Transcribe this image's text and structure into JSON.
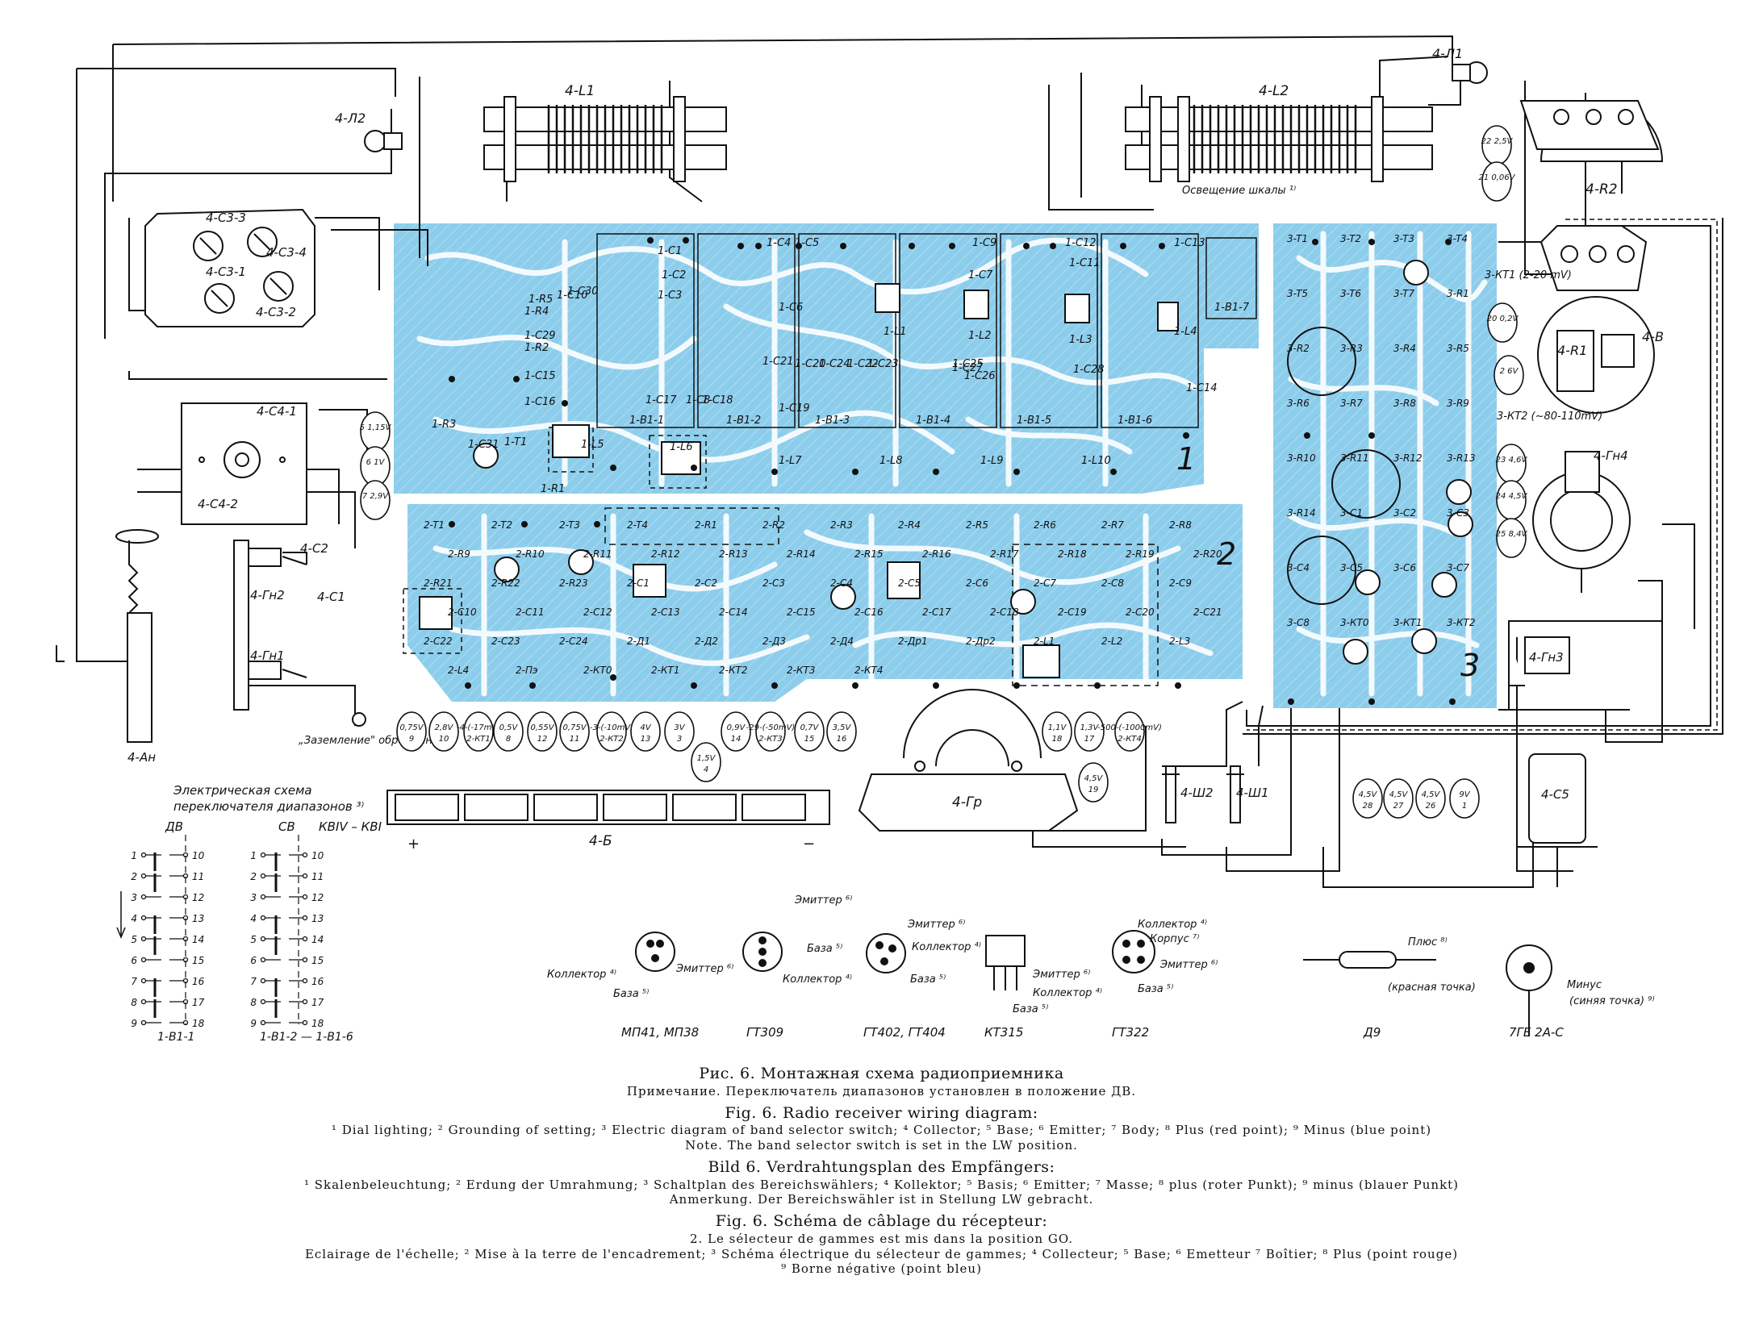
{
  "colors": {
    "board": "#8dcdec",
    "trace": "#ffffff",
    "ink": "#111111",
    "badge_fill": "#ffffff"
  },
  "board_labels": {
    "rf_filters": [
      "1-B1-1",
      "1-B1-2",
      "1-B1-3",
      "1-B1-4",
      "1-B1-5",
      "1-B1-6",
      "1-B1-7"
    ],
    "coils": [
      "1-L1",
      "1-L2",
      "1-L3",
      "1-L4",
      "1-L5",
      "1-L6",
      "1-L7",
      "1-L8",
      "1-L9",
      "1-L10"
    ],
    "capacitors": [
      "1-C1",
      "1-C2",
      "1-C3",
      "1-C4",
      "1-C5",
      "1-C6",
      "1-C7",
      "1-C8",
      "1-C9",
      "1-C10",
      "1-C11",
      "1-C12",
      "1-C13",
      "1-C14",
      "1-C15",
      "1-C16",
      "1-C17",
      "1-C18",
      "1-C19",
      "1-C20",
      "1-C21",
      "1-C22",
      "1-C23",
      "1-C24",
      "1-C25",
      "1-C26",
      "1-C27",
      "1-C28",
      "1-C29",
      "1-C30",
      "1-C31"
    ],
    "resistors": [
      "1-R1",
      "1-R2",
      "1-R3",
      "1-R4",
      "1-R5"
    ],
    "transistors": [
      "1-T1"
    ],
    "if_section": [
      "2-T1",
      "2-T2",
      "2-T3",
      "2-T4",
      "2-R1",
      "2-R2",
      "2-R3",
      "2-R4",
      "2-R5",
      "2-R6",
      "2-R7",
      "2-R8",
      "2-R9",
      "2-R10",
      "2-R11",
      "2-R12",
      "2-R13",
      "2-R14",
      "2-R15",
      "2-R16",
      "2-R17",
      "2-R18",
      "2-R19",
      "2-R20",
      "2-R21",
      "2-R22",
      "2-R23",
      "2-C1",
      "2-C2",
      "2-C3",
      "2-C4",
      "2-C5",
      "2-C6",
      "2-C7",
      "2-C8",
      "2-C9",
      "2-C10",
      "2-C11",
      "2-C12",
      "2-C13",
      "2-C14",
      "2-C15",
      "2-C16",
      "2-C17",
      "2-C18",
      "2-C19",
      "2-C20",
      "2-C21",
      "2-C22",
      "2-C23",
      "2-C24",
      "2-Д1",
      "2-Д2",
      "2-Д3",
      "2-Д4",
      "2-Др1",
      "2-Др2",
      "2-L1",
      "2-L2",
      "2-L3",
      "2-L4",
      "2-Пэ",
      "2-КТ0",
      "2-КТ1",
      "2-КТ2",
      "2-КТ3",
      "2-КТ4"
    ],
    "af_section": [
      "3-T1",
      "3-T2",
      "3-T3",
      "3-T4",
      "3-T5",
      "3-T6",
      "3-T7",
      "3-R1",
      "3-R2",
      "3-R3",
      "3-R4",
      "3-R5",
      "3-R6",
      "3-R7",
      "3-R8",
      "3-R9",
      "3-R10",
      "3-R11",
      "3-R12",
      "3-R13",
      "3-R14",
      "3-C1",
      "3-C2",
      "3-C3",
      "3-C4",
      "3-C5",
      "3-C6",
      "3-C7",
      "3-C8",
      "3-КТ0",
      "3-КТ1",
      "3-КТ2"
    ],
    "board_numbers": [
      "1",
      "2",
      "3"
    ]
  },
  "external": {
    "ferrite_1": "4-L1",
    "ferrite_2": "4-L2",
    "lamp_1": "4-Л1",
    "lamp_2": "4-Л2",
    "variable_resistor_2": "4-R2",
    "variable_resistor_1": "4-R1",
    "speaker": "4-Гр",
    "battery": "4-Б",
    "battery_plus": "+",
    "battery_minus": "−",
    "antenna": "4-Ан",
    "trimmers": [
      "4-C3-1",
      "4-C3-2",
      "4-C3-3",
      "4-C3-4"
    ],
    "var_cap_1": "4-C4-1",
    "var_cap_2": "4-C4-2",
    "cap_c1": "4-C1",
    "cap_c2": "4-C2",
    "cap_c5": "4-C5",
    "sockets": [
      "4-Гн1",
      "4-Гн2",
      "4-Гн3",
      "4-Гн4"
    ],
    "plugs": [
      "4-Ш1",
      "4-Ш2"
    ],
    "switch": "4-В",
    "dial_lighting": "Освещение шкалы ¹⁾",
    "grounding": "„Заземление\" обрамления ²⁾"
  },
  "test_points": [
    {
      "v": "0,75V",
      "n": "9"
    },
    {
      "v": "2,8V",
      "n": "10"
    },
    {
      "v": "-4-(-17mV)",
      "n": "2-КТ1"
    },
    {
      "v": "0,5V",
      "n": "8"
    },
    {
      "v": "0,55V",
      "n": "12"
    },
    {
      "v": "0,75V",
      "n": "11"
    },
    {
      "v": "-3-(-10mV)",
      "n": "2-КТ2"
    },
    {
      "v": "4V",
      "n": "13"
    },
    {
      "v": "3V",
      "n": "3"
    },
    {
      "v": "1,5V",
      "n": "4"
    },
    {
      "v": "0,9V",
      "n": "14"
    },
    {
      "v": "-29-(-50mV)",
      "n": "2-КТ3"
    },
    {
      "v": "0,7V",
      "n": "15"
    },
    {
      "v": "3,5V",
      "n": "16"
    },
    {
      "v": "1,1V",
      "n": "18"
    },
    {
      "v": "1,3V",
      "n": "17"
    },
    {
      "v": "-500-(-1000mV)",
      "n": "2-КТ4"
    },
    {
      "v": "4,5V",
      "n": "19"
    },
    {
      "v": "5 1,15V",
      "n": ""
    },
    {
      "v": "6 1V",
      "n": ""
    },
    {
      "v": "7 2,9V",
      "n": ""
    },
    {
      "v": "22 2,5V",
      "n": ""
    },
    {
      "v": "21 0,06V",
      "n": ""
    },
    {
      "v": "20 0,2V",
      "n": ""
    },
    {
      "v": "2 6V",
      "n": ""
    },
    {
      "v": "23 4,6V",
      "n": ""
    },
    {
      "v": "24 4,5V",
      "n": ""
    },
    {
      "v": "25 8,4V",
      "n": ""
    },
    {
      "v": "4,5V",
      "n": "28"
    },
    {
      "v": "4,5V",
      "n": "27"
    },
    {
      "v": "4,5V",
      "n": "26"
    },
    {
      "v": "9V",
      "n": "1"
    }
  ],
  "kt_labels": {
    "kt1": "3-КТ1 (2-20 mV)",
    "kt2": "3-КТ2 (~80-110mV)"
  },
  "switch_schematic": {
    "title_1": "Электрическая схема",
    "title_2": "переключателя диапазонов ³⁾",
    "headers": [
      "ДВ",
      "СВ",
      "КВIV – КВI"
    ],
    "left_numbers": [
      "1",
      "2",
      "3",
      "4",
      "5",
      "6",
      "7",
      "8",
      "9"
    ],
    "right_numbers": [
      "10",
      "11",
      "12",
      "13",
      "14",
      "15",
      "16",
      "17",
      "18"
    ],
    "label_1": "1-B1-1",
    "label_2": "1-B1-2 — 1-B1-6"
  },
  "pinouts": [
    {
      "name": "МП41, МП38",
      "pins": [
        "Коллектор ⁴⁾",
        "База ⁵⁾",
        "Эмиттер ⁶⁾"
      ]
    },
    {
      "name": "ГТ309",
      "pins": [
        "Эмиттер ⁶⁾",
        "База ⁵⁾",
        "Коллектор ⁴⁾"
      ]
    },
    {
      "name": "ГТ402, ГТ404",
      "pins": [
        "Эмиттер ⁶⁾",
        "Коллектор ⁴⁾",
        "База ⁵⁾"
      ]
    },
    {
      "name": "КТ315",
      "pins": [
        "Эмиттер ⁶⁾",
        "Коллектор ⁴⁾",
        "База ⁵⁾"
      ]
    },
    {
      "name": "ГТ322",
      "pins": [
        "Коллектор ⁴⁾",
        "Корпус ⁷⁾",
        "Эмиттер ⁶⁾",
        "База ⁵⁾"
      ]
    },
    {
      "name": "Д9",
      "pins": [
        "Плюс ⁸⁾",
        "(красная точка)"
      ]
    },
    {
      "name": "7ГЕ 2А-С",
      "pins": [
        "Минус",
        "(синяя точка) ⁹⁾"
      ]
    }
  ],
  "captions": {
    "ru_title": "Рис. 6. Монтажная схема радиоприемника",
    "ru_note": "Примечание. Переключатель диапазонов установлен в положение ДВ.",
    "en_title": "Fig. 6. Radio receiver wiring diagram:",
    "en_legend": "¹ Dial lighting; ² Grounding of setting; ³ Electric diagram of band selector switch; ⁴ Collector; ⁵ Base; ⁶ Emitter; ⁷ Body; ⁸ Plus (red point); ⁹ Minus (blue point)",
    "en_note": "Note. The band selector switch is set in the LW position.",
    "de_title": "Bild 6. Verdrahtungsplan des Empfängers:",
    "de_legend": "¹ Skalenbeleuchtung; ² Erdung der Umrahmung; ³ Schaltplan des Bereichswählers; ⁴ Kollektor; ⁵ Basis; ⁶ Emitter; ⁷ Masse; ⁸ plus (roter Punkt); ⁹ minus (blauer Punkt)",
    "de_note": "Anmerkung. Der Bereichswähler ist in Stellung LW gebracht.",
    "fr_title": "Fig. 6. Schéma de câblage du récepteur:",
    "fr_note": "2. Le sélecteur de gammes est mis dans la position GO.",
    "fr_legend_1": "Eclairage de l'échelle; ² Mise à la terre de l'encadrement; ³ Schéma électrique du sélecteur de gammes; ⁴ Collecteur; ⁵ Base; ⁶ Emetteur ⁷ Boîtier; ⁸ Plus (point rouge)",
    "fr_legend_2": "⁹ Borne négative (point bleu)"
  }
}
